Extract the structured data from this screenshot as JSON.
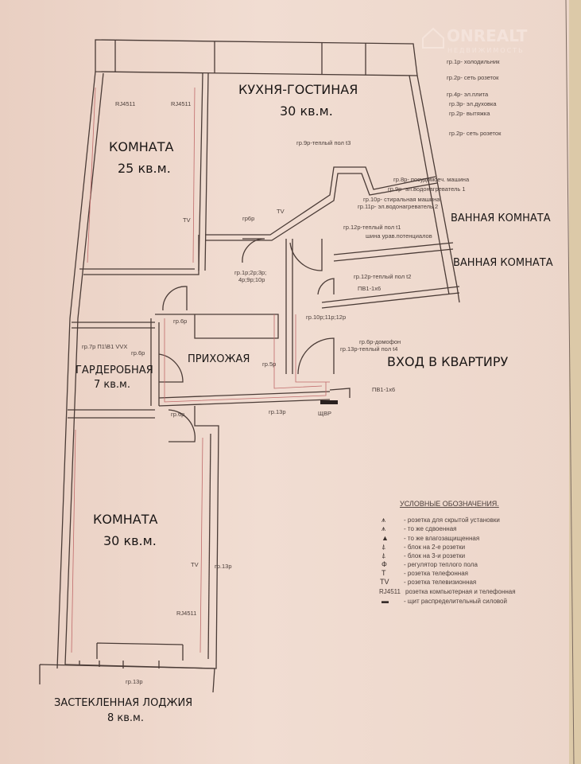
{
  "watermark": {
    "brand": "ONREALT",
    "tagline": "НЕДВИЖИМОСТЬ"
  },
  "rooms": {
    "room1": {
      "name": "КОМНАТА",
      "area": "25 кв.м."
    },
    "kitchen": {
      "name": "КУХНЯ-ГОСТИНАЯ",
      "area": "30 кв.м."
    },
    "bath1": {
      "name": "ВАННАЯ КОМНАТА"
    },
    "bath2": {
      "name": "ВАННАЯ КОМНАТА"
    },
    "hall": {
      "name": "ПРИХОЖАЯ"
    },
    "entrance": {
      "name": "ВХОД В КВАРТИРУ"
    },
    "wardrobe": {
      "name": "ГАРДЕРОБНАЯ",
      "area": "7 кв.м."
    },
    "room2": {
      "name": "КОМНАТА",
      "area": "30 кв.м."
    },
    "loggia": {
      "name": "ЗАСТЕКЛЕННАЯ ЛОДЖИЯ",
      "area": "8 кв.м."
    }
  },
  "annotations": [
    "гр.1р- холодильник",
    "гр.2р- сеть розеток",
    "гр.4р- эл.плита",
    "гр.3р- эл.духовка",
    "гр.2р- вытяжка",
    "гр.2р- сеть розеток",
    "гр.9р-теплый пол t3",
    "гр.8р- посудомоеч. машина",
    "гр.9р- эл.водонагреватель 1",
    "гр.10р- стиральная машина",
    "гр.11р- эл.водонагреватель 2",
    "гр.12р-теплый пол t1",
    "шина урав.потенциалов",
    "гр.12р-теплый пол t2",
    "ПВ1-1х6",
    "гр.10р;11р;12р",
    "гр.6р-домофон",
    "гр.13р-теплый пол t4",
    "ПВ1-1х6",
    "ЩВР",
    "гр.13р",
    "гр.5р",
    "гр.6р",
    "гр.6р",
    "гр.6р",
    "гр.7р  П1\\В1 VVX",
    "гр.1р;2р;3р;",
    "4р;9р;10р",
    "гр6р",
    "TV",
    "RJ4511",
    "RJ4511",
    "TV",
    "TV",
    "гр.13р",
    "RJ4511",
    "гр.13р"
  ],
  "legend": {
    "title": "УСЛОВНЫЕ ОБОЗНАЧЕНИЯ.",
    "items": [
      {
        "symbol": "⩚",
        "text": "- розетка для скрытой установки"
      },
      {
        "symbol": "⩚",
        "text": "- то же сдвоенная"
      },
      {
        "symbol": "▲",
        "text": "- то же влагозащищенная"
      },
      {
        "symbol": "⍋",
        "text": "- блок на 2-е розетки"
      },
      {
        "symbol": "⍋",
        "text": "- блок на 3-и розетки"
      },
      {
        "symbol": "Ф",
        "text": "- регулятор теплого пола"
      },
      {
        "symbol": "T",
        "text": "- розетка телефонная"
      },
      {
        "symbol": "TV",
        "text": "- розетка телевизионная"
      },
      {
        "symbol": "RJ4511",
        "text": "розетка компьютерная и телефонная"
      },
      {
        "symbol": "▬",
        "text": "- щит распределительный силовой"
      }
    ]
  }
}
